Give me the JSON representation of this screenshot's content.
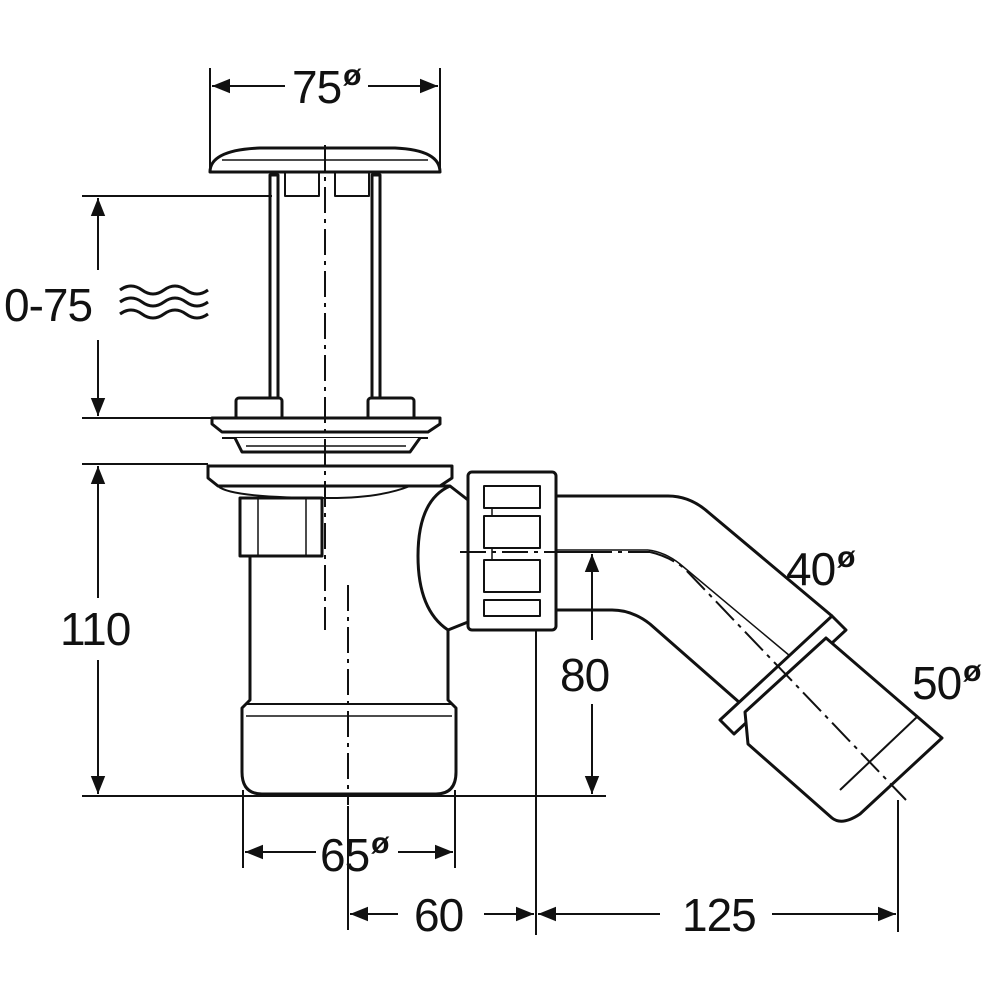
{
  "dimensions": {
    "cap_diameter": {
      "value": "75",
      "symbol": "ø"
    },
    "waste_height_range": "0-75",
    "body_height": "110",
    "outlet_height": "80",
    "outlet_inner_diameter": {
      "value": "40",
      "symbol": "ø"
    },
    "outlet_outer_diameter": {
      "value": "50",
      "symbol": "ø"
    },
    "body_diameter": {
      "value": "65",
      "symbol": "ø"
    },
    "center_to_outlet": "60",
    "outlet_reach": "125"
  },
  "icons": {
    "water_symbol": "water-waves-icon"
  },
  "colors": {
    "line": "#111111",
    "background": "#ffffff"
  }
}
